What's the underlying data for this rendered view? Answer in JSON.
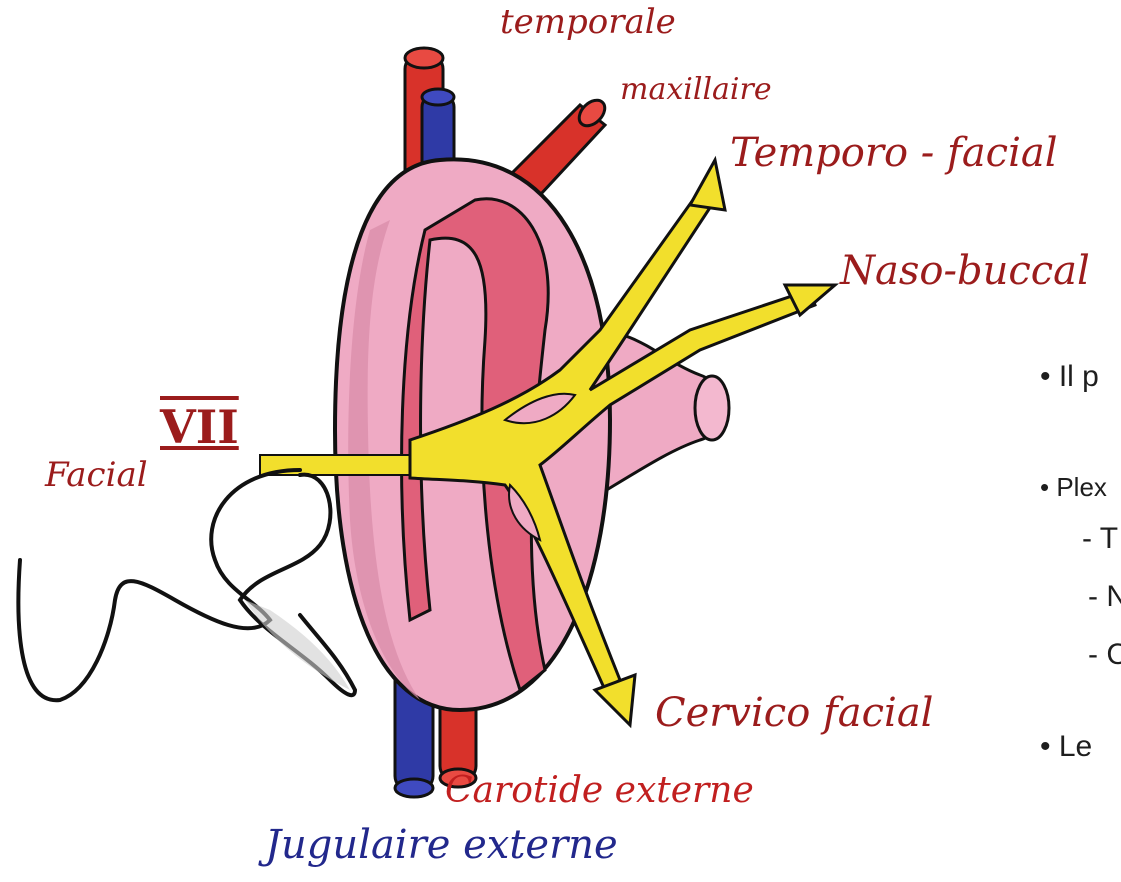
{
  "colors": {
    "artery": "#d8322a",
    "vein": "#2f3aa6",
    "gland": "#efaac4",
    "gland_shadow": "#d98aa8",
    "duct": "#e0607a",
    "nerve": "#f2df2c",
    "label_red": "#9b1c1c",
    "label_blue": "#22288c",
    "outline": "#111111"
  },
  "diagram": {
    "labels": {
      "temporale": "temporale",
      "maxillaire": "maxillaire",
      "temporo_facial": "Temporo - facial",
      "naso_buccal": "Naso-buccal",
      "nerve_roman": "VII",
      "facial": "Facial",
      "cervico_facial": "Cervico facial",
      "carotide_externe": "Carotide externe",
      "jugulaire_externe": "Jugulaire externe"
    }
  },
  "bullets": {
    "b1": "Il p",
    "b2": "Plex",
    "s1": "- T",
    "s2": "- N",
    "s3": "- C",
    "b3": "Le"
  }
}
